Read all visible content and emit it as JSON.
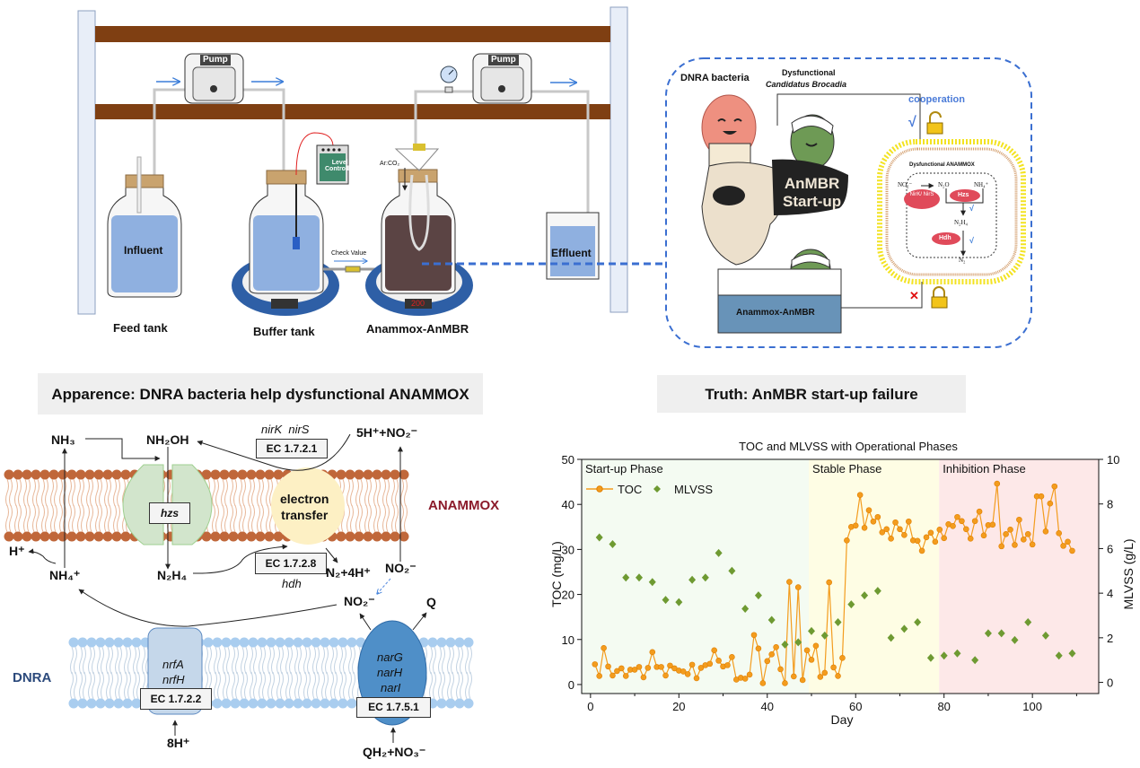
{
  "setup": {
    "pump_label": "Pump",
    "influent": "Influent",
    "effluent": "Effluent",
    "feed_tank": "Feed tank",
    "buffer_tank": "Buffer tank",
    "reactor": "Anammox-AnMBR",
    "level_controller_1": "Level",
    "level_controller_2": "Controller",
    "check_value": "Check Value",
    "gas": "Ar:CO₂",
    "display": "200"
  },
  "concept": {
    "dnra_bacteria": "DNRA bacteria",
    "dysfunctional": "Dysfunctional",
    "brocadia": "Candidatus Brocadia",
    "cooperation": "cooperation",
    "check": "√",
    "start_up_1": "AnMBR",
    "start_up_2": "Start-up",
    "cell_title": "Dysfunctional ANAMMOX",
    "no2": "NO₂⁻",
    "n2o": "N₂O",
    "nh4": "NH₄⁺",
    "n2h4": "N₂H₄",
    "n2": "N₂",
    "nirk": "NirK/ NirS",
    "hzs": "Hzs",
    "hdh": "Hdh",
    "fail": "✕",
    "reactor": "Anammox-AnMBR"
  },
  "captions": {
    "left": "Apparence: DNRA bacteria help dysfunctional ANAMMOX",
    "right": "Truth: AnMBR start-up failure"
  },
  "pathway": {
    "nh3": "NH₃",
    "nh2oh": "NH₂OH",
    "nirk_nirs": "nirK  nirS",
    "ec_1721": "EC 1.7.2.1",
    "h_no2": "5H⁺+NO₂⁻",
    "hzs": "hzs",
    "electron_1": "electron",
    "electron_2": "transfer",
    "anammox": "ANAMMOX",
    "h_plus": "H⁺",
    "nh4": "NH₄⁺",
    "n2h4": "N₂H₄",
    "ec_1728": "EC 1.7.2.8",
    "n2_4h": "N₂+4H⁺",
    "hdh": "hdh",
    "no2_right": "NO₂⁻",
    "no2_lower": "NO₂⁻",
    "q": "Q",
    "dnra": "DNRA",
    "nrfa": "nrfA",
    "nrfh": "nrfH",
    "ec_1722": "EC 1.7.2.2",
    "narg": "narG",
    "narh": "narH",
    "nari": "narI",
    "ec_1751": "EC 1.7.5.1",
    "h8": "8H⁺",
    "qh2_no3": "QH₂+NO₃⁻"
  },
  "colors": {
    "frame_post": "#dfe6f2",
    "shelf": "#7f3f12",
    "water": "#8fb0e0",
    "sludge": "#5b4444",
    "platform": "#2e5fa6",
    "dashed_link": "#3b6fd1",
    "anammox_membrane": "#c0673a",
    "dnra_membrane": "#a9cdef",
    "anammox_label": "#8b1a2a",
    "dnra_label": "#2c4a7c",
    "hzs_enzyme": "#d2e5cc",
    "electron_transfer": "#fdf0c4",
    "nrf_enzyme": "#c5d7ea",
    "nar_enzyme": "#4f8fc8",
    "enzyme_red": "#e04a5a",
    "cell_membrane": "#f3e321"
  },
  "chart_data": {
    "type": "line+scatter",
    "title": "TOC and MLVSS with Operational Phases",
    "xlabel": "Day",
    "ylabel": "TOC (mg/L)",
    "y2label": "MLVSS (g/L)",
    "xlim": [
      -2,
      115
    ],
    "ylim": [
      -2,
      50
    ],
    "y2lim": [
      -0.5,
      10
    ],
    "xticks": [
      0,
      20,
      40,
      60,
      80,
      100
    ],
    "yticks": [
      0,
      10,
      20,
      30,
      40,
      50
    ],
    "y2ticks": [
      0,
      2,
      4,
      6,
      8,
      10
    ],
    "grid": false,
    "legend_placement": "top-left",
    "phases": [
      {
        "name": "Start-up Phase",
        "start": -2,
        "end": 49.4,
        "color": "#f4fbf2"
      },
      {
        "name": "Stable Phase",
        "start": 49.4,
        "end": 78.9,
        "color": "#fefde4"
      },
      {
        "name": "Inhibition Phase",
        "start": 78.9,
        "end": 115,
        "color": "#fde8e8"
      }
    ],
    "series": [
      {
        "name": "TOC",
        "axis": "left",
        "style": "line-marker",
        "color": "#f39c1e",
        "x": [
          1,
          2,
          3,
          4,
          5,
          6,
          7,
          8,
          9,
          10,
          11,
          12,
          13,
          14,
          15,
          16,
          17,
          18,
          19,
          20,
          21,
          22,
          23,
          24,
          25,
          26,
          27,
          28,
          29,
          30,
          31,
          32,
          33,
          34,
          35,
          36,
          37,
          38,
          39,
          40,
          41,
          42,
          43,
          44,
          45,
          46,
          47,
          48,
          49,
          50,
          51,
          52,
          53,
          54,
          55,
          56,
          57,
          58,
          59,
          60,
          61,
          62,
          63,
          64,
          65,
          66,
          67,
          68,
          69,
          70,
          71,
          72,
          73,
          74,
          75,
          76,
          77,
          78,
          79,
          80,
          81,
          82,
          83,
          84,
          85,
          86,
          87,
          88,
          89,
          90,
          91,
          92,
          93,
          94,
          95,
          96,
          97,
          98,
          99,
          100,
          101,
          102,
          103,
          104,
          105,
          106,
          107,
          108,
          109
        ],
        "values": [
          4.5,
          1.9,
          8.1,
          4.0,
          2.0,
          3.0,
          3.6,
          1.9,
          3.3,
          3.3,
          3.9,
          1.6,
          3.7,
          7.2,
          3.9,
          3.9,
          2.0,
          4.2,
          3.6,
          3.1,
          2.9,
          2.3,
          4.4,
          1.4,
          3.7,
          4.3,
          4.6,
          7.6,
          5.3,
          4.0,
          4.3,
          6.1,
          1.1,
          1.5,
          1.3,
          2.2,
          11.0,
          8.0,
          0.3,
          5.2,
          6.7,
          8.3,
          3.4,
          0.3,
          22.8,
          1.8,
          21.6,
          1.0,
          7.6,
          5.5,
          8.6,
          1.7,
          2.6,
          22.7,
          3.8,
          1.9,
          5.9,
          32.0,
          35.0,
          35.3,
          42.1,
          34.8,
          38.7,
          36.2,
          37.2,
          33.8,
          34.5,
          32.4,
          36.0,
          34.5,
          33.2,
          36.2,
          32.0,
          31.9,
          29.7,
          32.7,
          33.7,
          31.7,
          34.4,
          32.5,
          35.6,
          35.2,
          37.2,
          36.3,
          34.5,
          32.4,
          36.3,
          38.4,
          33.1,
          35.4,
          35.5,
          44.6,
          30.7,
          33.4,
          34.4,
          31.0,
          36.6,
          32.2,
          33.4,
          31.1,
          41.8,
          41.8,
          34.0,
          40.2,
          44.0,
          33.6,
          30.8,
          31.7,
          29.7
        ]
      },
      {
        "name": "MLVSS",
        "axis": "right",
        "style": "diamond-marker",
        "color": "#6e9a32",
        "x": [
          2,
          5,
          8,
          11,
          14,
          17,
          20,
          23,
          26,
          29,
          32,
          35,
          38,
          41,
          44,
          47,
          50,
          53,
          56,
          59,
          62,
          65,
          68,
          71,
          74,
          77,
          80,
          83,
          87,
          90,
          93,
          96,
          99,
          103,
          106,
          109
        ],
        "values": [
          6.5,
          6.2,
          4.7,
          4.7,
          4.5,
          3.7,
          3.6,
          4.6,
          4.7,
          5.8,
          5.0,
          3.3,
          3.9,
          2.8,
          1.7,
          1.8,
          2.3,
          2.1,
          2.7,
          3.5,
          3.9,
          4.1,
          2.0,
          2.4,
          2.7,
          1.1,
          1.2,
          1.3,
          1.0,
          2.2,
          2.2,
          1.9,
          2.7,
          2.1,
          1.2,
          1.3
        ]
      }
    ]
  }
}
